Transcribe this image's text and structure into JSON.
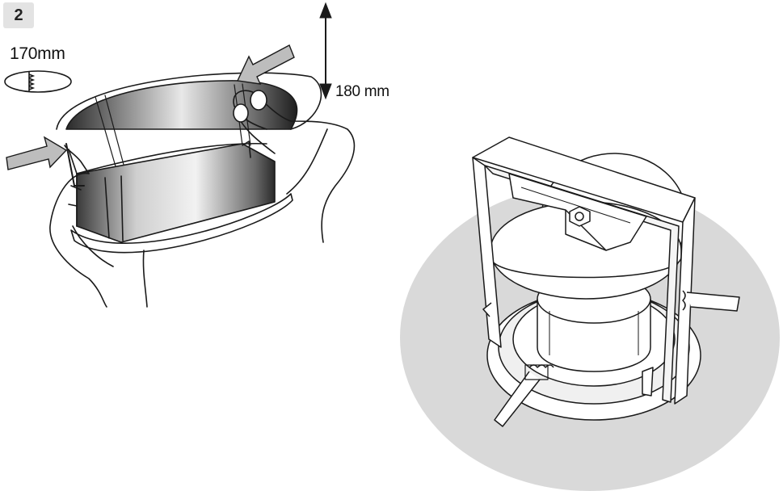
{
  "step": {
    "number": "2"
  },
  "dimensions": {
    "cutout_diameter": "170mm",
    "height": "180 mm"
  },
  "icons": {
    "cutout": "hole-saw-cutout-icon",
    "height_arrow": "double-arrow-vertical-icon",
    "push_arrows": "push-arrow-icon",
    "hands": "hands-squeezing-fixture-illustration",
    "fixture": "recessed-downlight-illustration"
  },
  "colors": {
    "badge_bg": "#e3e3e3",
    "ceiling_gray": "#d9d9d9",
    "line": "#1a1a1a"
  }
}
